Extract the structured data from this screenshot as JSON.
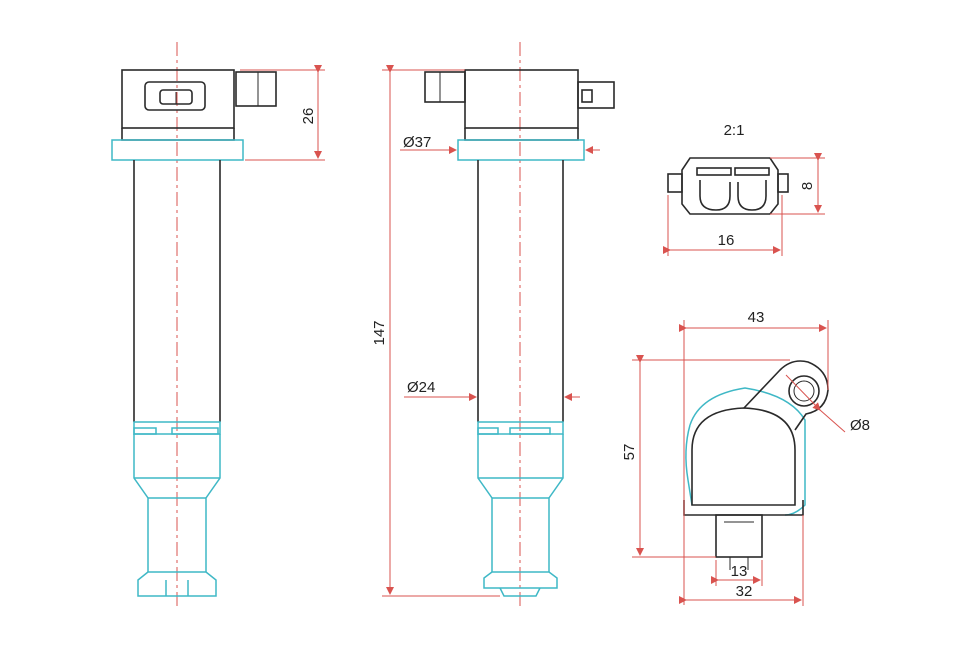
{
  "diagram": {
    "colors": {
      "outline": "#2a2a2a",
      "boot": "#3fb8c6",
      "dimension": "#d9534f"
    },
    "dimensions": {
      "side_connector_height": "26",
      "overall_length": "147",
      "flange_diameter": "Ø37",
      "body_diameter": "Ø24",
      "connector_scale": "2:1",
      "connector_height": "8",
      "connector_width": "16",
      "top_width": "43",
      "top_height": "57",
      "hole_diameter": "Ø8",
      "plug_width": "13",
      "base_width": "32"
    }
  }
}
